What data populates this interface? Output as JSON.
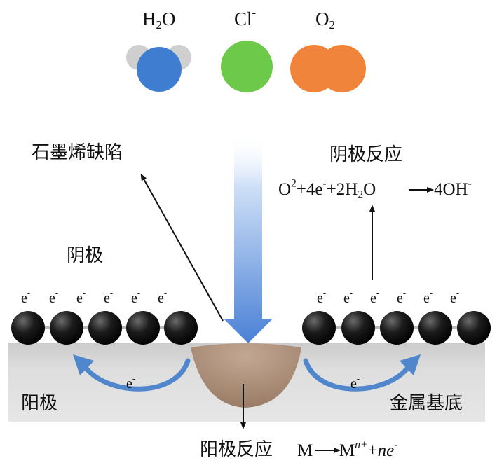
{
  "molecules": {
    "water": {
      "base": "H",
      "sub": "2",
      "tail": "O"
    },
    "chloride": {
      "base": "Cl",
      "sup": "-"
    },
    "oxygen": {
      "base": "O",
      "sub": "2"
    }
  },
  "labels": {
    "graphene_defect": "石墨烯缺陷",
    "cathode_reaction_title": "阴极反应",
    "cathode": "阴极",
    "anode": "阳极",
    "metal_substrate": "金属基底",
    "anode_reaction_title": "阳极反应"
  },
  "cathode_equation": {
    "t1": "O",
    "s1": "2",
    "t2": "+4e",
    "s2": "-",
    "t3": "+2H",
    "s3": "2",
    "t4": "O",
    "t5": "4OH",
    "s4": "-"
  },
  "anode_equation": {
    "t1": "M",
    "t2": "M",
    "s1": "n+",
    "t3": "+",
    "t4": "ne",
    "s2": "-"
  },
  "electron": {
    "symbol": "e",
    "charge": "-"
  },
  "colors": {
    "water_oxygen": "#3f7dd1",
    "water_hydrogen": "#c9c9c9",
    "chloride": "#6cc94a",
    "oxygen_molecule": "#f0843a",
    "downward_arrow": "#4a80d6",
    "graphene_atom": "#111111",
    "substrate": "#d3d3d3",
    "defect_pit": "#a88a73",
    "electron_flow_arrow": "#4f86cc"
  },
  "icons": [
    "water-molecule-icon",
    "chloride-ion-icon",
    "oxygen-molecule-icon"
  ]
}
